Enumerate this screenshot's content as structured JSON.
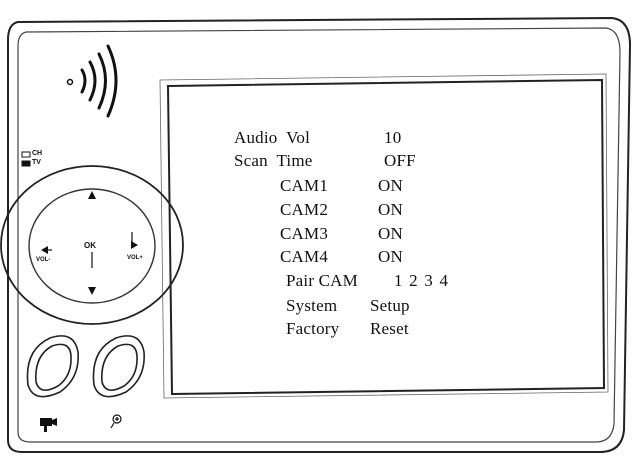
{
  "device": {
    "indicators": [
      {
        "label": "CH",
        "icon": "camera-icon"
      },
      {
        "label": "TV",
        "icon": "tv-icon"
      }
    ],
    "dpad": {
      "center_label": "OK",
      "left_label": "VOL-",
      "right_label": "VOL+"
    },
    "buttons": [
      {
        "icon": "camera-icon"
      },
      {
        "icon": "zoom-icon"
      }
    ]
  },
  "menu": {
    "rows": [
      {
        "label": "Audio  Vol",
        "value": "10"
      },
      {
        "label": "Scan  Time",
        "value": "OFF"
      },
      {
        "label": "CAM1",
        "value": "ON"
      },
      {
        "label": "CAM2",
        "value": "ON"
      },
      {
        "label": "CAM3",
        "value": "ON"
      },
      {
        "label": "CAM4",
        "value": "ON"
      },
      {
        "label": "Pair CAM",
        "value": "1 2 3 4"
      },
      {
        "label": "System",
        "value": "Setup"
      },
      {
        "label": "Factory",
        "value": "Reset"
      }
    ]
  }
}
